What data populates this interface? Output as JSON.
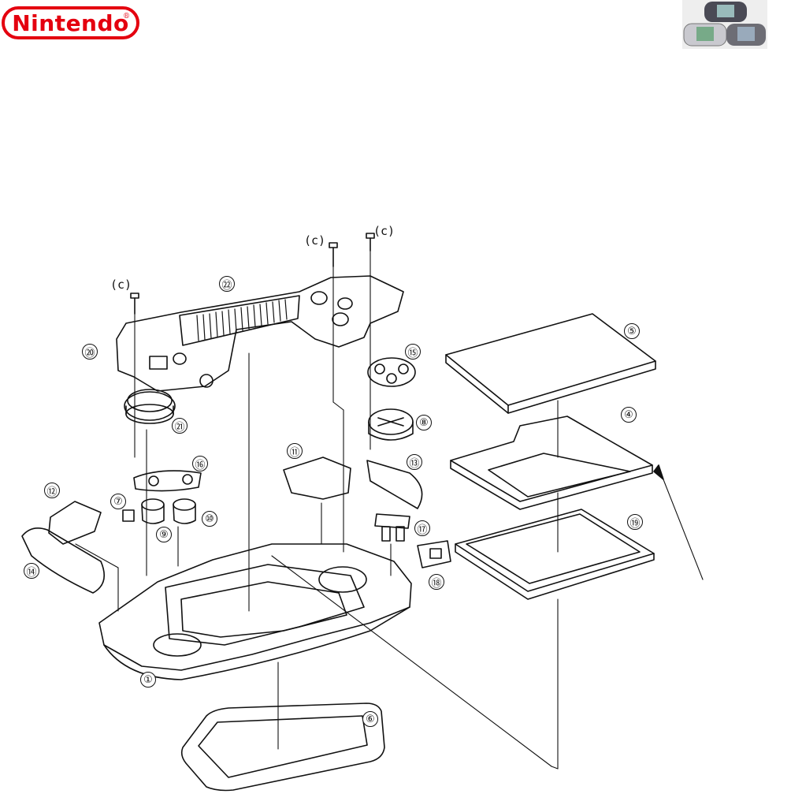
{
  "brand": {
    "logo_text": "Nintendo",
    "trademark": "®"
  },
  "screw_labels": [
    "(c)",
    "(c)",
    "(c)"
  ],
  "callouts": [
    "⑤",
    "㉒",
    "⑮",
    "⑳",
    "④",
    "⑧",
    "㉑",
    "⑪",
    "⑬",
    "⑯",
    "⑫",
    "⑦",
    "⑩",
    "⑰",
    "⑨",
    "⑲",
    "⑭",
    "⑱",
    "①",
    "⑥"
  ],
  "colors": {
    "logo_red": "#e4000f",
    "line": "#111111",
    "paper": "#ffffff"
  }
}
